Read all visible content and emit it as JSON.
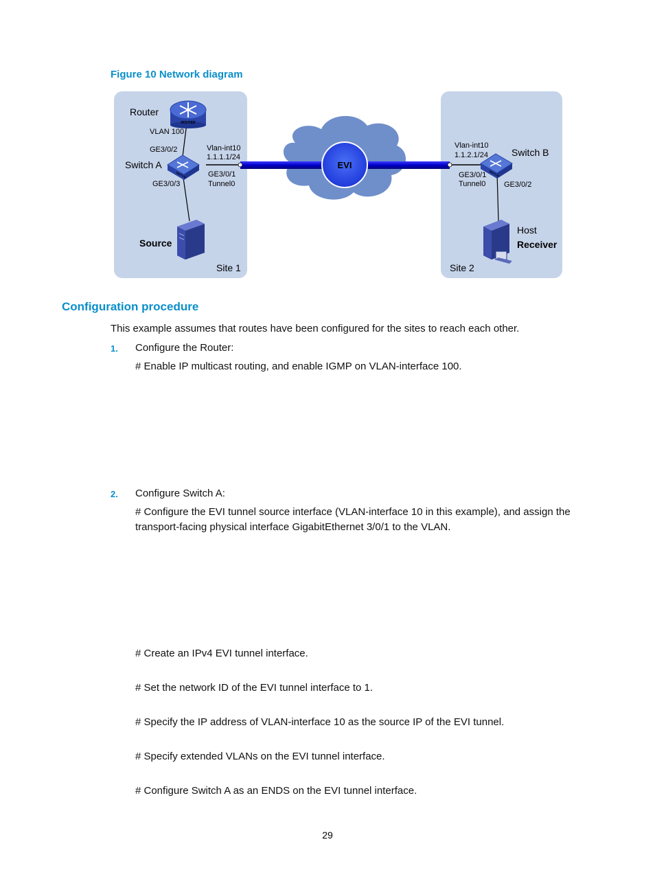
{
  "figure": {
    "caption": "Figure 10 Network diagram",
    "site1": {
      "label": "Site 1",
      "router": "Router",
      "vlan": "VLAN 100",
      "switch": "Switch A",
      "port_up": "GE3/0/2",
      "port_down": "GE3/0/3",
      "vlan_if": "Vlan-int10",
      "ip": "1.1.1.1/24",
      "port_out": "GE3/0/1",
      "tunnel": "Tunnel0",
      "source": "Source",
      "router_icon_text": "ROUTER",
      "switch_icon_text": "SWITCH"
    },
    "cloud": {
      "label": "EVI"
    },
    "site2": {
      "label": "Site 2",
      "switch": "Switch B",
      "vlan_if": "Vlan-int10",
      "ip": "1.1.2.1/24",
      "port_out": "GE3/0/1",
      "tunnel": "Tunnel0",
      "port_down": "GE3/0/2",
      "host": "Host",
      "receiver": "Receiver",
      "switch_icon_text": "SWITCH"
    },
    "colors": {
      "site_bg": "#c6d4ea",
      "cloud": "#6f8fca",
      "link": "#0b0bd6",
      "heading": "#0a8fc9"
    }
  },
  "section": {
    "heading": "Configuration procedure",
    "intro": "This example assumes that routes have been configured for the sites to reach each other.",
    "steps": [
      {
        "number": "1.",
        "title": "Configure the Router:",
        "notes": [
          "# Enable IP multicast routing, and enable IGMP on VLAN-interface 100."
        ]
      },
      {
        "number": "2.",
        "title": "Configure Switch A:",
        "notes": [
          "# Configure the EVI tunnel source interface (VLAN-interface 10 in this example), and assign the",
          "transport-facing physical interface GigabitEthernet 3/0/1 to the VLAN.",
          "# Create an IPv4 EVI tunnel interface.",
          "# Set the network ID of the EVI tunnel interface to 1.",
          "# Specify the IP address of VLAN-interface 10 as the source IP of the EVI tunnel.",
          "# Specify extended VLANs on the EVI tunnel interface.",
          "# Configure Switch A as an ENDS on the EVI tunnel interface."
        ]
      }
    ]
  },
  "page_number": "29"
}
